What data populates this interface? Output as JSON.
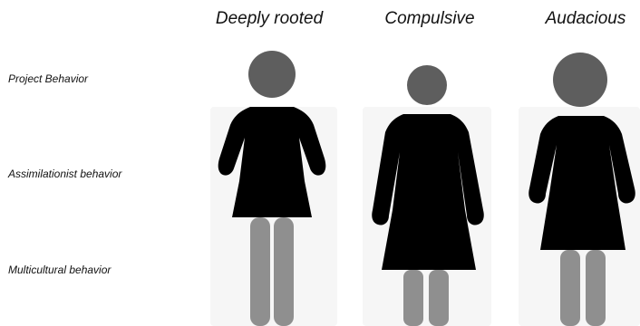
{
  "columns": [
    {
      "label": "Deeply rooted"
    },
    {
      "label": "Compulsive"
    },
    {
      "label": "Audacious"
    }
  ],
  "rows": [
    {
      "label": "Project Behavior"
    },
    {
      "label": "Assimilationist behavior"
    },
    {
      "label": "Multicultural behavior"
    }
  ],
  "colors": {
    "head": "#5e5e5e",
    "body": "#000000",
    "legs": "#8f8f8f",
    "background": "#ffffff"
  },
  "icons": [
    "person-figure-icon"
  ]
}
